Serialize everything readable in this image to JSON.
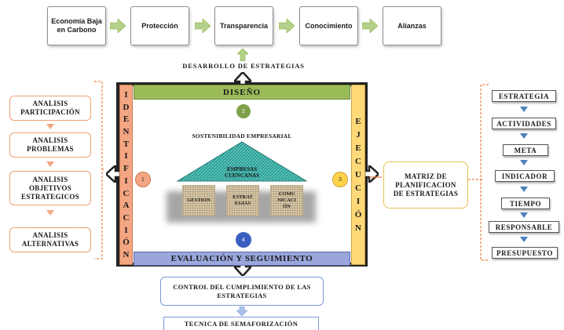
{
  "flow": {
    "items": [
      "Economía Baja en Carbono",
      "Protección",
      "Transparencia",
      "Conocimiento",
      "Alianzas"
    ]
  },
  "strategy_development": "DESARROLLO DE ESTRATEGIAS",
  "frame": {
    "top": "DISEÑO",
    "bottom": "EVALUACIÓN Y SEGUIMIENTO",
    "left_letters": [
      "I",
      "D",
      "E",
      "N",
      "T",
      "I",
      "F",
      "I",
      "C",
      "A",
      "C",
      "I",
      "Ó",
      "N"
    ],
    "right_letters": [
      "E",
      "J",
      "E",
      "C",
      "U",
      "C",
      "I",
      "Ó",
      "N"
    ]
  },
  "circles": {
    "c1": "1",
    "c2": "2",
    "c3": "3",
    "c4": "4"
  },
  "house": {
    "title": "SOSTENIBILIDAD EMPRESARIAL",
    "roof": "EMPRESAS CUENCANAS",
    "pillars": [
      "GESTION",
      "ESTRAT EGIAS",
      "COMU NICACI ÓN"
    ]
  },
  "left_list": [
    "ANALISIS PARTICIPACIÓN",
    "ANALISIS PROBLEMAS",
    "ANALISIS OBJETIVOS ESTRATEGICOS",
    "ANALISIS ALTERNATIVAS"
  ],
  "matrix": "MATRIZ DE PLANIFICACION DE ESTRATEGIAS",
  "right_list": [
    "ESTRATEGIA",
    "ACTIVIDADES",
    "META",
    "INDICADOR",
    "TIEMPO",
    "RESPONSABLE",
    "PRESUPUESTO"
  ],
  "control": "CONTROL DEL CUMPLIMIENTO DE LAS ESTRATEGIAS",
  "technique": "TECNICA DE SEMAFORIZACIÓN",
  "colors": {
    "green": "#9bbb59",
    "orange_light": "#f2a882",
    "salmon": "#f4a582",
    "yellow": "#ffd978",
    "lavender": "#9aa6dc",
    "blue": "#4f81bd"
  }
}
